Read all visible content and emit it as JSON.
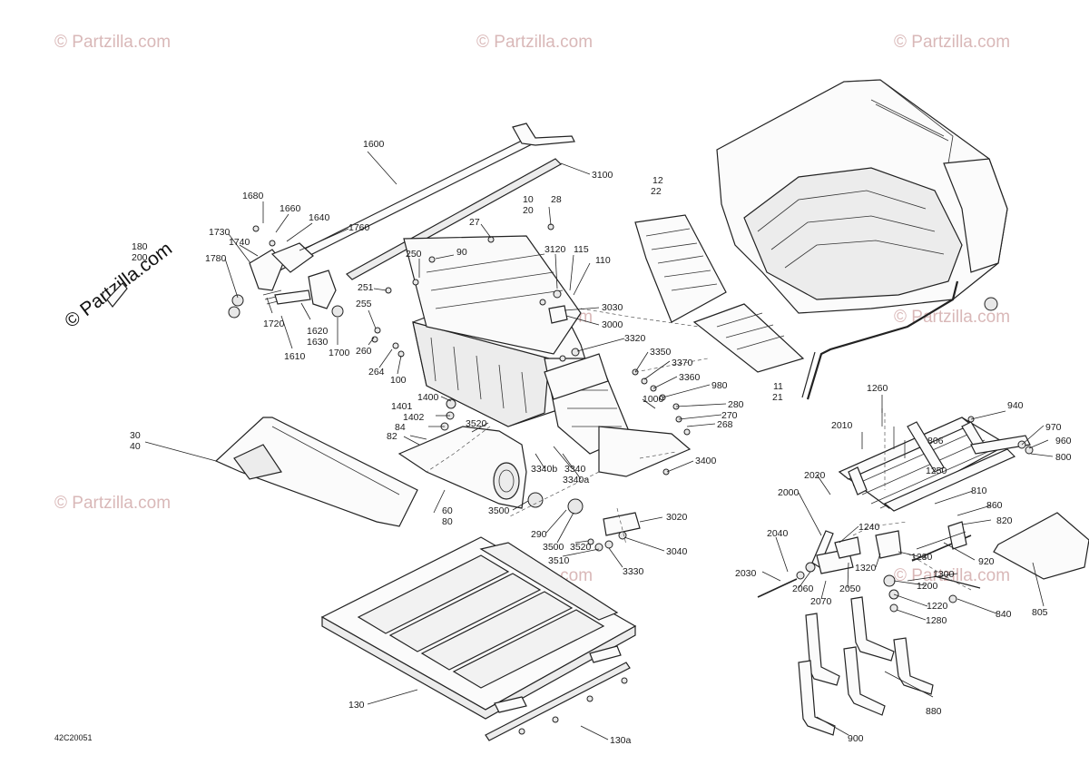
{
  "diagram_code": "42C20051",
  "watermarks": {
    "site": "© Partzilla.com",
    "rotated": "© Partzilla.com"
  },
  "labels": {
    "l1600": "1600",
    "l3100": "3100",
    "l1680": "1680",
    "l1660": "1660",
    "l1640": "1640",
    "l1760": "1760",
    "l1730": "1730",
    "l1740": "1740",
    "l180": "180",
    "l200": "200",
    "l1780": "1780",
    "l1720": "1720",
    "l1620": "1620",
    "l1630": "1630",
    "l1610": "1610",
    "l1700": "1700",
    "l10": "10",
    "l20": "20",
    "l28": "28",
    "l27": "27",
    "l250": "250",
    "l90": "90",
    "l3120": "3120",
    "l115": "115",
    "l110": "110",
    "l251": "251",
    "l255": "255",
    "l260": "260",
    "l264": "264",
    "l100": "100",
    "l3030": "3030",
    "l3000": "3000",
    "l3320": "3320",
    "l3350": "3350",
    "l3370": "3370",
    "l3360": "3360",
    "l980": "980",
    "l1000": "1000",
    "l280": "280",
    "l270": "270",
    "l268": "268",
    "l12": "12",
    "l22": "22",
    "l11": "11",
    "l21": "21",
    "l1400": "1400",
    "l1401": "1401",
    "l1402": "1402",
    "l84": "84",
    "l82": "82",
    "l3520a": "3520",
    "l3340b": "3340b",
    "l3340": "3340",
    "l3340a": "3340a",
    "l3400": "3400",
    "l30": "30",
    "l40": "40",
    "l60": "60",
    "l80": "80",
    "l3500a": "3500",
    "l290": "290",
    "l3500b": "3500",
    "l3520b": "3520",
    "l3510": "3510",
    "l3020": "3020",
    "l3040": "3040",
    "l3330": "3330",
    "l1260": "1260",
    "l940": "940",
    "l2010": "2010",
    "l806": "806",
    "l970": "970",
    "l960": "960",
    "l800": "800",
    "l1250": "1250",
    "l2020": "2020",
    "l2000": "2000",
    "l810": "810",
    "l860": "860",
    "l820": "820",
    "l1240": "1240",
    "l2040": "2040",
    "l1230": "1230",
    "l920": "920",
    "l2030": "2030",
    "l1320": "1320",
    "l1300": "1300",
    "l2060": "2060",
    "l2050": "2050",
    "l1200": "1200",
    "l2070": "2070",
    "l1220": "1220",
    "l840": "840",
    "l805": "805",
    "l1280": "1280",
    "l880": "880",
    "l900": "900",
    "l130": "130",
    "l130a": "130a"
  }
}
